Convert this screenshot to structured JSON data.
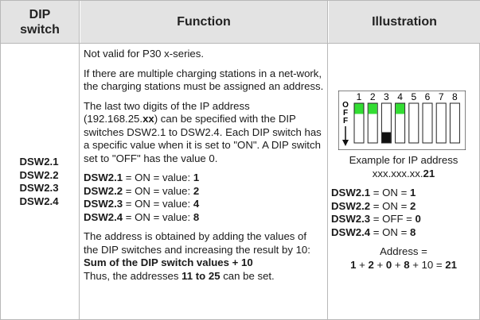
{
  "headers": {
    "dip": "DIP switch",
    "dip_line1": "DIP",
    "dip_line2": "switch",
    "function": "Function",
    "illustration": "Illustration"
  },
  "dip_ids": [
    "DSW2.1",
    "DSW2.2",
    "DSW2.3",
    "DSW2.4"
  ],
  "function": {
    "p1": "Not valid for P30 x-series.",
    "p2": "If there are multiple charging stations in a net-work, the charging stations must be assigned an address.",
    "p3_a": "The last two digits of the IP address (192.168.25.",
    "p3_b": "xx",
    "p3_c": ") can be specified with the DIP switches DSW2.1 to DSW2.4. Each DIP switch has a specific value when it is set to \"ON\". A DIP switch set to \"OFF\" has the value 0.",
    "values": [
      {
        "name": "DSW2.1",
        "mid": " = ON = value: ",
        "val": "1"
      },
      {
        "name": "DSW2.2",
        "mid": " = ON = value: ",
        "val": "2"
      },
      {
        "name": "DSW2.3",
        "mid": " = ON = value: ",
        "val": "4"
      },
      {
        "name": "DSW2.4",
        "mid": " = ON = value: ",
        "val": "8"
      }
    ],
    "p5": "The address is obtained by adding the values of the DIP switches and increasing the result by 10:",
    "formula": "Sum of the DIP switch values + 10",
    "p6_a": "Thus, the addresses ",
    "p6_b": "11 to 25",
    "p6_c": " can be set."
  },
  "illustration": {
    "off_label": [
      "O",
      "F",
      "F"
    ],
    "switch_numbers": [
      "1",
      "2",
      "3",
      "4",
      "5",
      "6",
      "7",
      "8"
    ],
    "switch_states": [
      "on",
      "on",
      "off",
      "on",
      "none",
      "none",
      "none",
      "none"
    ],
    "on_color": "#33dd33",
    "off_color": "#111111",
    "example_line1": "Example for IP address",
    "example_line2_a": "xxx.xxx.xx.",
    "example_line2_b": "21",
    "settings": [
      {
        "name": "DSW2.1",
        "mid": " = ON = ",
        "val": "1"
      },
      {
        "name": "DSW2.2",
        "mid": " = ON = ",
        "val": "2"
      },
      {
        "name": "DSW2.3",
        "mid": " = OFF = ",
        "val": "0"
      },
      {
        "name": "DSW2.4",
        "mid": " = ON = ",
        "val": "8"
      }
    ],
    "address_label": "Address =",
    "sum_terms": [
      "1",
      "2",
      "0",
      "8"
    ],
    "sum_plus": " + ",
    "sum_tail": " + 10 = ",
    "sum_result": "21"
  }
}
